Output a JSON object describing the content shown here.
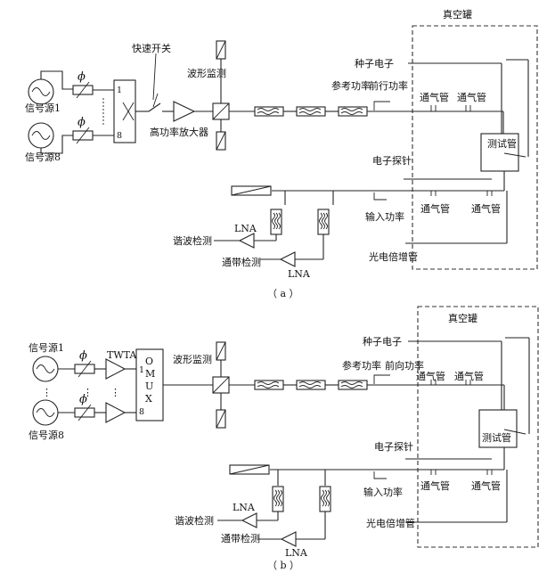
{
  "labels": {
    "source_1": "信号源1",
    "source_8": "信号源8",
    "phase": "ϕ",
    "fast_switch": "快速开关",
    "waveform_monitor": "波形监测",
    "hpa": "高功率放大器",
    "vacuum_tank": "真空罐",
    "seed_electron": "种子电子",
    "reference_power": "参考功率",
    "forward_power_a": "前行功率",
    "forward_power_b": "前向功率",
    "vent_tube": "通气管",
    "test_tube": "测试管",
    "electron_probe": "电子探针",
    "input_power": "输入功率",
    "lna": "LNA",
    "harmonic_detect": "谐波检测",
    "passband_detect": "通带检测",
    "pmt": "光电倍增管",
    "twta": "TWTA",
    "omux": "OMUX",
    "port_1": "1",
    "port_8": "8",
    "dots": "⋮"
  },
  "captions": {
    "a": "（ a ）",
    "b": "（ b ）"
  }
}
